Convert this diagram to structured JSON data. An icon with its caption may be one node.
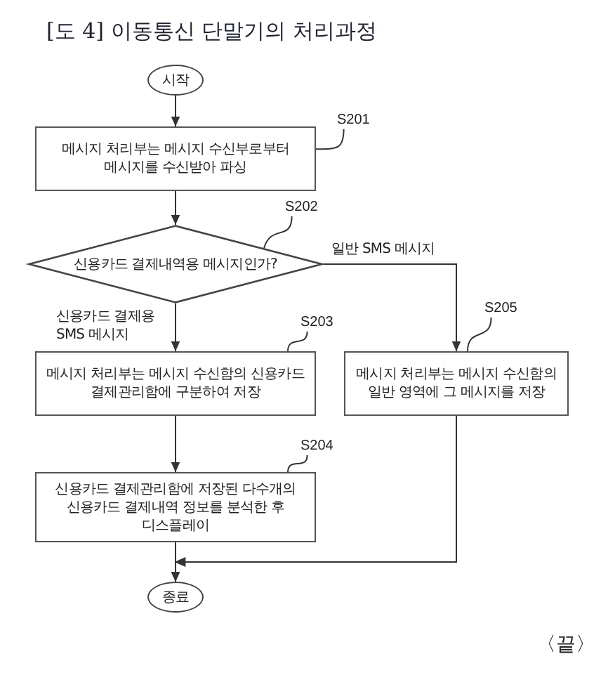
{
  "diagram": {
    "title": "[도 4] 이동통신 단말기의 처리과정",
    "nodes": [
      {
        "text": [
          "시작"
        ]
      },
      {
        "text": [
          "S201"
        ]
      },
      {
        "text": [
          "메시지 처리부는 메시지 수신부로부터 메시지를 수신받아 파싱"
        ]
      },
      {
        "text": [
          "S202"
        ]
      },
      {
        "text": [
          "신용카드 결제내역용 메시지인가?"
        ]
      },
      {
        "text": [
          "S203"
        ]
      },
      {
        "text": [
          "S205"
        ]
      },
      {
        "text": [
          "메시지 처리부는 메시지 수신함의 신용카드 결제관리함에 구분하여 저장"
        ]
      },
      {
        "text": [
          "메시지 처리부는 메시지 수신함의 일반 영역에 그 메시지를 저장"
        ]
      },
      {
        "text": [
          "S204"
        ]
      },
      {
        "text": [
          "신용카드 결제관리함에 저장된 다수개의 신용카드 결제내역 정보를 분석한 후 디스플레이"
        ]
      },
      {
        "text": [
          "종료"
        ]
      }
    ],
    "edges": [
      {
        "from": 0,
        "to": 2,
        "arrow": "to"
      },
      {
        "from": 2,
        "to": 4,
        "arrow": "to"
      },
      {
        "from": 4,
        "to": 7,
        "arrow": "to",
        "label": "신용카드 결제용 SMS 메시지"
      },
      {
        "from": 4,
        "to": 8,
        "arrow": "to",
        "label": "일반 SMS 메시지"
      },
      {
        "from": 7,
        "to": 10,
        "arrow": "to"
      },
      {
        "from": 10,
        "to": 11,
        "arrow": "to"
      },
      {
        "from": 8,
        "to": 11,
        "arrow": "to"
      },
      {
        "from": 1,
        "to": 2,
        "arrow": "none"
      },
      {
        "from": 3,
        "to": 4,
        "arrow": "none"
      },
      {
        "from": 5,
        "to": 7,
        "arrow": "none"
      },
      {
        "from": 6,
        "to": 8,
        "arrow": "none"
      },
      {
        "from": 9,
        "to": 10,
        "arrow": "none"
      }
    ],
    "labels": [
      "〈끝〉"
    ]
  }
}
